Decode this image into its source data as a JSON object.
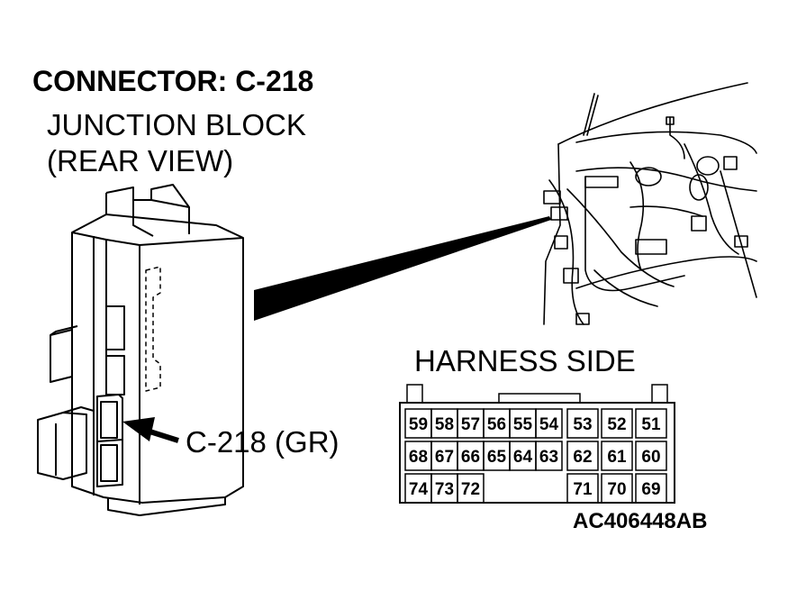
{
  "title": "CONNECTOR: C-218",
  "subtitle_line1": "JUNCTION BLOCK",
  "subtitle_line2": "(REAR VIEW)",
  "callout": "C-218 (GR)",
  "harness_label": "HARNESS SIDE",
  "figure_id": "AC406448AB",
  "connector": {
    "rows": [
      [
        "59",
        "58",
        "57",
        "56",
        "55",
        "54",
        "53",
        "52",
        "51"
      ],
      [
        "68",
        "67",
        "66",
        "65",
        "64",
        "63",
        "62",
        "61",
        "60"
      ],
      [
        "74",
        "73",
        "72",
        "",
        "",
        "",
        "71",
        "70",
        "69"
      ]
    ]
  }
}
